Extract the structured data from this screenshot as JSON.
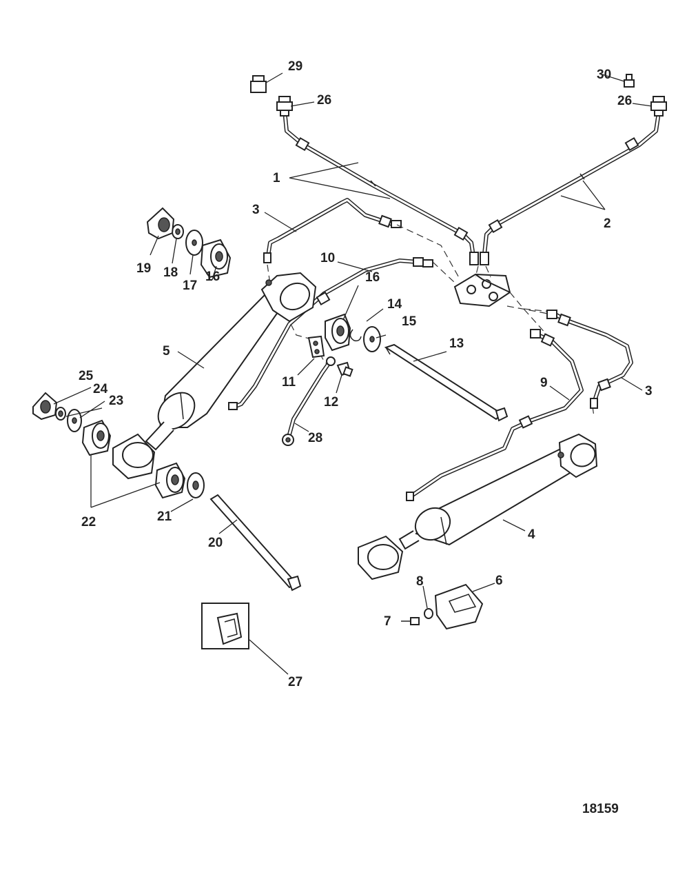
{
  "figure_number": "18159",
  "callouts": [
    {
      "id": "c1",
      "text": "1"
    },
    {
      "id": "c2",
      "text": "2"
    },
    {
      "id": "c3a",
      "text": "3"
    },
    {
      "id": "c3b",
      "text": "3"
    },
    {
      "id": "c4",
      "text": "4"
    },
    {
      "id": "c5",
      "text": "5"
    },
    {
      "id": "c6",
      "text": "6"
    },
    {
      "id": "c7",
      "text": "7"
    },
    {
      "id": "c8",
      "text": "8"
    },
    {
      "id": "c9",
      "text": "9"
    },
    {
      "id": "c10",
      "text": "10"
    },
    {
      "id": "c11",
      "text": "11"
    },
    {
      "id": "c12",
      "text": "12"
    },
    {
      "id": "c13",
      "text": "13"
    },
    {
      "id": "c14",
      "text": "14"
    },
    {
      "id": "c15",
      "text": "15"
    },
    {
      "id": "c16a",
      "text": "16"
    },
    {
      "id": "c16b",
      "text": "16"
    },
    {
      "id": "c17",
      "text": "17"
    },
    {
      "id": "c18",
      "text": "18"
    },
    {
      "id": "c19",
      "text": "19"
    },
    {
      "id": "c20",
      "text": "20"
    },
    {
      "id": "c21",
      "text": "21"
    },
    {
      "id": "c22",
      "text": "22"
    },
    {
      "id": "c23",
      "text": "23"
    },
    {
      "id": "c24",
      "text": "24"
    },
    {
      "id": "c25",
      "text": "25"
    },
    {
      "id": "c26a",
      "text": "26"
    },
    {
      "id": "c26b",
      "text": "26"
    },
    {
      "id": "c27",
      "text": "27"
    },
    {
      "id": "c28",
      "text": "28"
    },
    {
      "id": "c29",
      "text": "29"
    },
    {
      "id": "c30",
      "text": "30"
    }
  ]
}
